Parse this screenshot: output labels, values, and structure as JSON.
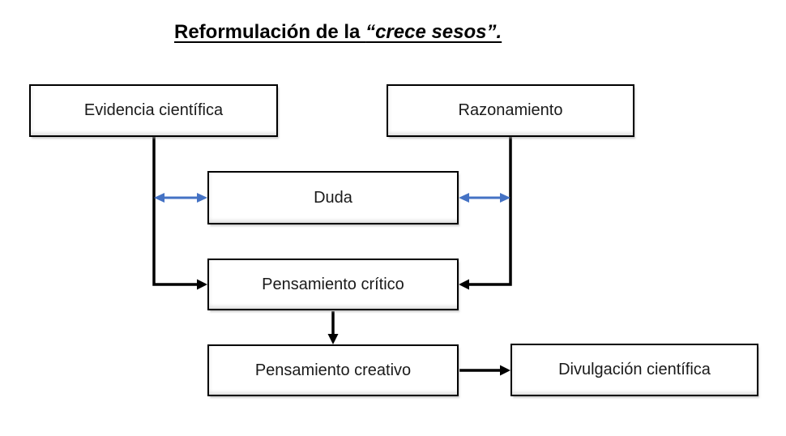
{
  "title": {
    "regular": "Reformulación de la ",
    "italic": "“crece sesos”."
  },
  "nodes": {
    "evidencia": {
      "label": "Evidencia científica"
    },
    "razonamiento": {
      "label": "Razonamiento"
    },
    "duda": {
      "label": "Duda"
    },
    "critico": {
      "label": "Pensamiento crítico"
    },
    "creativo": {
      "label": "Pensamiento creativo"
    },
    "divulgacion": {
      "label": "Divulgación científica"
    }
  },
  "edges": [
    {
      "from": "Evidencia científica",
      "to": "Pensamiento crítico",
      "style": "elbow",
      "color": "#000000",
      "arrow": "single"
    },
    {
      "from": "Razonamiento",
      "to": "Pensamiento crítico",
      "style": "elbow",
      "color": "#000000",
      "arrow": "single"
    },
    {
      "from": "Evidencia científica",
      "to": "Duda",
      "style": "straight",
      "color": "#4472C4",
      "arrow": "double"
    },
    {
      "from": "Duda",
      "to": "Razonamiento",
      "style": "straight",
      "color": "#4472C4",
      "arrow": "double"
    },
    {
      "from": "Pensamiento crítico",
      "to": "Pensamiento creativo",
      "style": "straight",
      "color": "#000000",
      "arrow": "single"
    },
    {
      "from": "Pensamiento creativo",
      "to": "Divulgación científica",
      "style": "straight",
      "color": "#000000",
      "arrow": "single"
    }
  ],
  "colors": {
    "arrow-black": "#000000",
    "arrow-blue": "#4472C4",
    "box-border": "#000000",
    "box-fill": "#ffffff",
    "text": "#1a1a1a",
    "background": "#ffffff"
  }
}
